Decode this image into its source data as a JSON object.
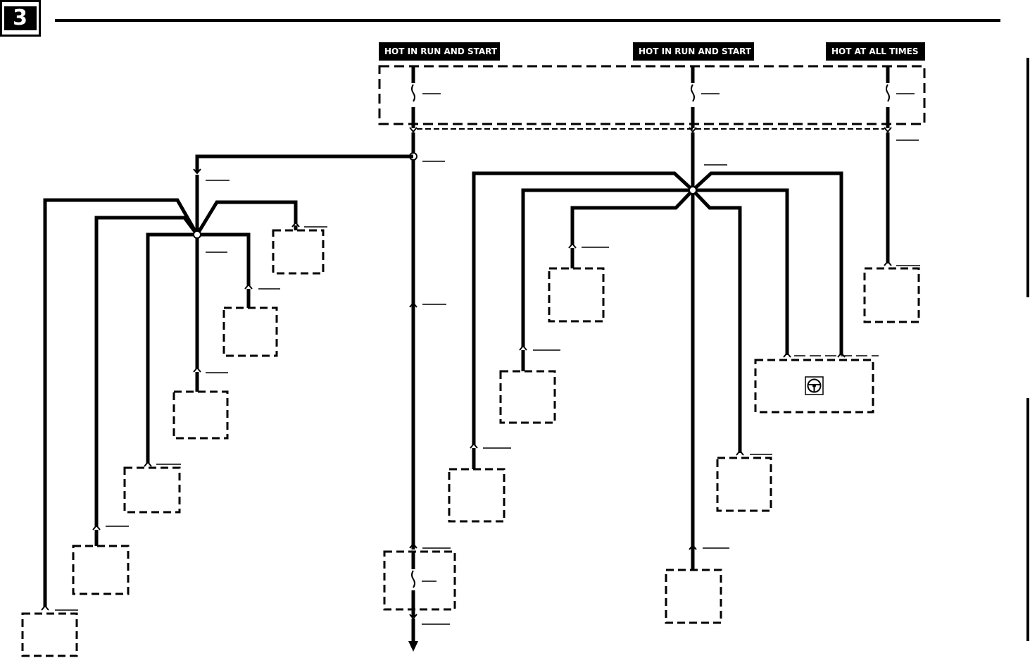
{
  "page_number": "3",
  "power_labels": [
    {
      "id": "hot-run-start-left",
      "text": "HOT IN RUN AND START"
    },
    {
      "id": "hot-run-start-right",
      "text": "HOT IN RUN AND START"
    },
    {
      "id": "hot-at-all-times",
      "text": "HOT AT ALL TIMES"
    }
  ],
  "icons": {
    "steering_wheel": "steering-wheel-icon"
  },
  "colors": {
    "wire": "#000000",
    "background": "#ffffff"
  }
}
